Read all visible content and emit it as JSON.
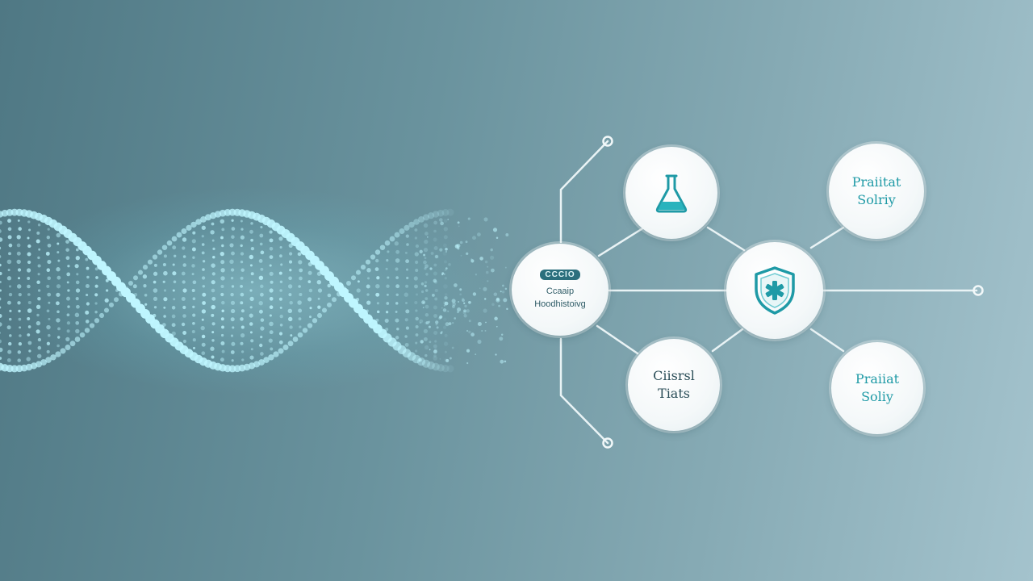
{
  "colors": {
    "accent": "#1f9aa6",
    "dna_glow": "#bff6ff",
    "connector": "#e8f2f4"
  },
  "nodes": {
    "left_hub": {
      "badge": "CCCIO",
      "line1": "Ccaaip",
      "line2": "Hoodhistoivg"
    },
    "lab": {
      "icon": "flask-icon"
    },
    "shield": {
      "icon": "shield-icon"
    },
    "patient_top": {
      "line1": "Praiitat",
      "line2": "Solriy"
    },
    "clinical": {
      "line1": "Ciisrsl",
      "line2": "Tiats"
    },
    "patient_bottom": {
      "line1": "Praiiat",
      "line2": "Soliy"
    }
  }
}
